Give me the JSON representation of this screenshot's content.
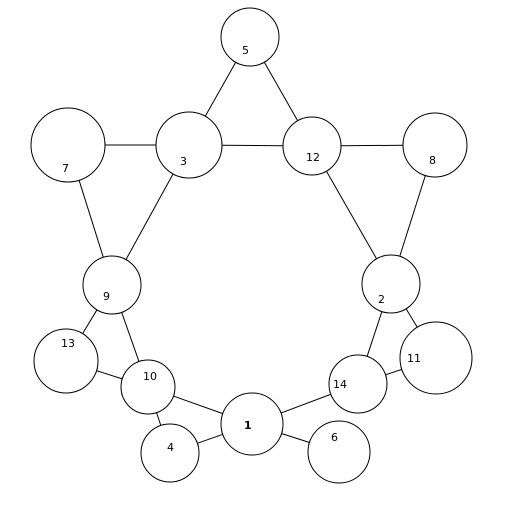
{
  "diagram": {
    "nodes": [
      {
        "id": "1",
        "label": "1",
        "bold": true
      },
      {
        "id": "2",
        "label": "2"
      },
      {
        "id": "3",
        "label": "3"
      },
      {
        "id": "4",
        "label": "4"
      },
      {
        "id": "5",
        "label": "5"
      },
      {
        "id": "6",
        "label": "6"
      },
      {
        "id": "7",
        "label": "7"
      },
      {
        "id": "8",
        "label": "8"
      },
      {
        "id": "9",
        "label": "9"
      },
      {
        "id": "10",
        "label": "10"
      },
      {
        "id": "11",
        "label": "11"
      },
      {
        "id": "12",
        "label": "12"
      },
      {
        "id": "13",
        "label": "13"
      },
      {
        "id": "14",
        "label": "14"
      }
    ],
    "edges": [
      {
        "from": "5",
        "to": "3"
      },
      {
        "from": "5",
        "to": "12"
      },
      {
        "from": "7",
        "to": "3"
      },
      {
        "from": "3",
        "to": "12"
      },
      {
        "from": "12",
        "to": "8"
      },
      {
        "from": "7",
        "to": "9"
      },
      {
        "from": "3",
        "to": "9"
      },
      {
        "from": "12",
        "to": "2"
      },
      {
        "from": "8",
        "to": "2"
      },
      {
        "from": "9",
        "to": "13"
      },
      {
        "from": "9",
        "to": "10"
      },
      {
        "from": "13",
        "to": "10"
      },
      {
        "from": "10",
        "to": "4"
      },
      {
        "from": "10",
        "to": "1"
      },
      {
        "from": "4",
        "to": "1"
      },
      {
        "from": "1",
        "to": "6"
      },
      {
        "from": "1",
        "to": "14"
      },
      {
        "from": "2",
        "to": "14"
      },
      {
        "from": "2",
        "to": "11"
      },
      {
        "from": "14",
        "to": "11"
      }
    ]
  }
}
